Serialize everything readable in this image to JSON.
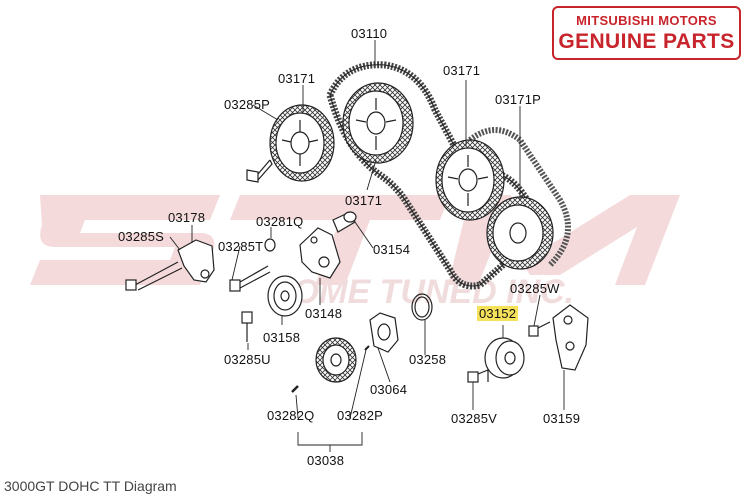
{
  "badge": {
    "line1": "MITSUBISHI MOTORS",
    "line2": "GENUINE PARTS",
    "color": "#c8242b"
  },
  "watermark": {
    "text": "STM",
    "subtext": "SOME TUNED INC.",
    "color": "#f2d2d2"
  },
  "caption": "3000GT DOHC TT Diagram",
  "labels": {
    "p03110": "03110",
    "p03171_left": "03171",
    "p03171_right": "03171",
    "p03171_middle": "03171",
    "p03171P": "03171P",
    "p03285P": "03285P",
    "p03178": "03178",
    "p03285S": "03285S",
    "p03281Q": "03281Q",
    "p03285T": "03285T",
    "p03154": "03154",
    "p03148": "03148",
    "p03158": "03158",
    "p03285U": "03285U",
    "p03258": "03258",
    "p03064": "03064",
    "p03152": "03152",
    "p03285W": "03285W",
    "p03285V": "03285V",
    "p03159": "03159",
    "p03282Q": "03282Q",
    "p03282P": "03282P",
    "p03038": "03038"
  },
  "highlight_color": "#f5e15a"
}
